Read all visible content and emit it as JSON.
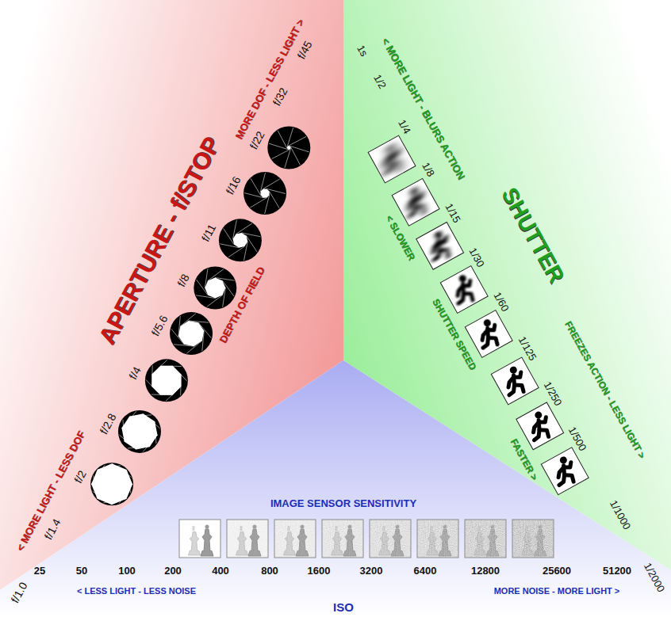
{
  "diagram": {
    "nodes": [
      {
        "text": [
          "APERTURE - f/STOP",
          "< MORE LIGHT - LESS DOF",
          "DEPTH OF FIELD",
          "MORE DOF - LESS LIGHT >"
        ]
      },
      {
        "text": [
          "SHUTTER",
          "< MORE LIGHT - BLURS ACTION",
          "< SLOWER",
          "SHUTTER SPEED",
          "FASTER >",
          "FREEZES ACTION - LESS LIGHT >"
        ]
      },
      {
        "text": [
          "IMAGE SENSOR SENSITIVITY",
          "< LESS LIGHT - LESS NOISE",
          "MORE NOISE - MORE LIGHT >",
          "ISO"
        ]
      }
    ],
    "labels": [
      "f/1.0",
      "f/1.4",
      "f/2",
      "f/2.8",
      "f/4",
      "f/5.6",
      "f/8",
      "f/11",
      "f/16",
      "f/22",
      "f/32",
      "f/45",
      "1s",
      "1/2",
      "1/4",
      "1/8",
      "1/15",
      "1/30",
      "1/60",
      "1/125",
      "1/250",
      "1/500",
      "1/1000",
      "1/2000",
      "25",
      "50",
      "100",
      "200",
      "400",
      "800",
      "1600",
      "3200",
      "6400",
      "12800",
      "25600",
      "51200"
    ]
  }
}
